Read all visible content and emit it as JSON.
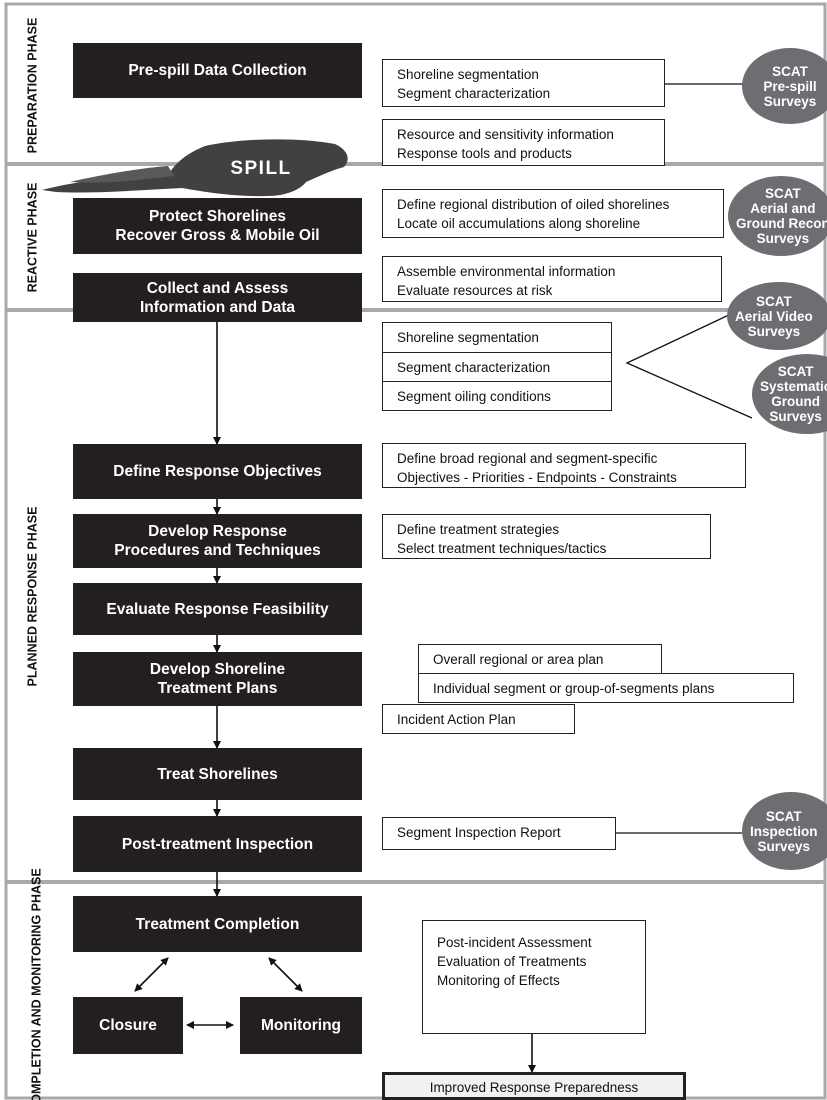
{
  "phases": {
    "preparation": "PREPARATION\nPHASE",
    "reactive": "REACTIVE\nPHASE",
    "planned": "PLANNED RESPONSE PHASE",
    "completion": "COMPLETION\nAND MONITORING\nPHASE"
  },
  "spill_label": "SPILL",
  "steps": {
    "pre_spill": "Pre-spill Data Collection",
    "protect": "Protect Shorelines\nRecover Gross & Mobile Oil",
    "collect": "Collect and Assess\nInformation and Data",
    "define_objectives": "Define Response Objectives",
    "develop_procedures": "Develop Response\nProcedures and Techniques",
    "evaluate": "Evaluate Response Feasibility",
    "develop_plans": "Develop Shoreline\nTreatment Plans",
    "treat": "Treat Shorelines",
    "post_treatment": "Post-treatment Inspection",
    "completion": "Treatment Completion",
    "closure": "Closure",
    "monitoring": "Monitoring"
  },
  "info": {
    "pre_spill_a": "Shoreline segmentation\nSegment characterization",
    "pre_spill_b": "Resource and sensitivity information\nResponse tools and products",
    "protect": "Define regional distribution of oiled shorelines\nLocate oil accumulations along shoreline",
    "collect": "Assemble environmental information\nEvaluate resources at risk",
    "segmentation": "Shoreline segmentation",
    "characterization": "Segment characterization",
    "oiling": "Segment oiling conditions",
    "objectives": "Define broad regional and segment-specific\nObjectives - Priorities - Endpoints - Constraints",
    "procedures": "Define treatment strategies\nSelect treatment techniques/tactics",
    "regional_plan": "Overall regional or area plan",
    "segment_plans": "Individual segment or group-of-segments plans",
    "incident_plan": "Incident Action Plan",
    "inspection_report": "Segment Inspection Report",
    "post_incident": "Post-incident Assessment\nEvaluation of Treatments\nMonitoring of Effects",
    "improved": "Improved Response Preparedness"
  },
  "surveys": {
    "pre_spill": "SCAT\nPre-spill\nSurveys",
    "aerial_ground": "SCAT\nAerial and\nGround Recon\nSurveys",
    "aerial_video": "SCAT\nAerial Video\nSurveys",
    "systematic": "SCAT\nSystematic\nGround\nSurveys",
    "inspection": "SCAT\nInspection\nSurveys"
  },
  "colors": {
    "block": "#231f20",
    "oval": "#6d6e71",
    "frame": "#a7a9ac",
    "arrow": "#111111"
  }
}
